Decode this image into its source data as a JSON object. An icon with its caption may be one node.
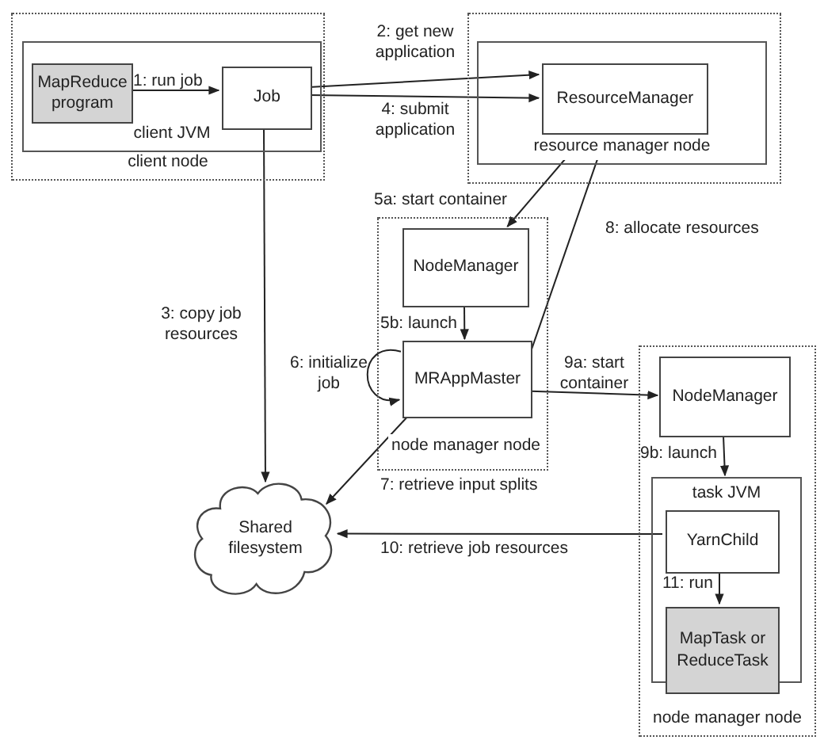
{
  "diagram": {
    "nodes": [
      {
        "text": [
          "client node"
        ]
      },
      {
        "text": [
          "client JVM"
        ],
        "in": 0
      },
      {
        "text": [
          "MapReduce program"
        ],
        "in": 1
      },
      {
        "text": [
          "Job"
        ],
        "in": 1
      },
      {
        "text": [],
        "shape": "box"
      },
      {
        "text": [
          "resource manager node"
        ],
        "in": 4
      },
      {
        "text": [
          "ResourceManager"
        ],
        "in": 5
      },
      {
        "text": [
          "node manager node"
        ]
      },
      {
        "text": [
          "NodeManager"
        ],
        "in": 7
      },
      {
        "text": [
          "MRAppMaster"
        ],
        "in": 7
      },
      {
        "text": [
          "node manager node"
        ]
      },
      {
        "text": [
          "NodeManager"
        ],
        "in": 10
      },
      {
        "text": [
          "task JVM"
        ],
        "in": 10
      },
      {
        "text": [
          "YarnChild"
        ],
        "in": 12
      },
      {
        "text": [
          "MapTask or ReduceTask"
        ],
        "in": 12
      },
      {
        "text": [
          "Shared filesystem"
        ]
      }
    ],
    "edges": [
      {
        "from": 2,
        "to": 3,
        "arrow": "to",
        "label": "1: run job"
      },
      {
        "from": 3,
        "to": 6,
        "arrow": "to",
        "label": "2: get new application"
      },
      {
        "from": 3,
        "to": 6,
        "arrow": "to",
        "label": "4: submit application"
      },
      {
        "from": 3,
        "to": 15,
        "arrow": "to",
        "label": "3: copy job resources"
      },
      {
        "from": 6,
        "to": 8,
        "arrow": "to",
        "label": "5a: start container"
      },
      {
        "from": 8,
        "to": 9,
        "arrow": "to",
        "label": "5b: launch"
      },
      {
        "from": 9,
        "to": 9,
        "arrow": "to",
        "label": "6: initialize job"
      },
      {
        "from": 9,
        "to": 6,
        "arrow": "to",
        "label": "8: allocate resources"
      },
      {
        "from": 9,
        "to": 15,
        "arrow": "to",
        "label": "7: retrieve input splits"
      },
      {
        "from": 9,
        "to": 11,
        "arrow": "to",
        "label": "9a: start container"
      },
      {
        "from": 11,
        "to": 12,
        "arrow": "to",
        "label": "9b: launch"
      },
      {
        "from": 13,
        "to": 15,
        "arrow": "to",
        "label": "10: retrieve job resources"
      },
      {
        "from": 13,
        "to": 14,
        "arrow": "to",
        "label": "11: run"
      }
    ]
  }
}
